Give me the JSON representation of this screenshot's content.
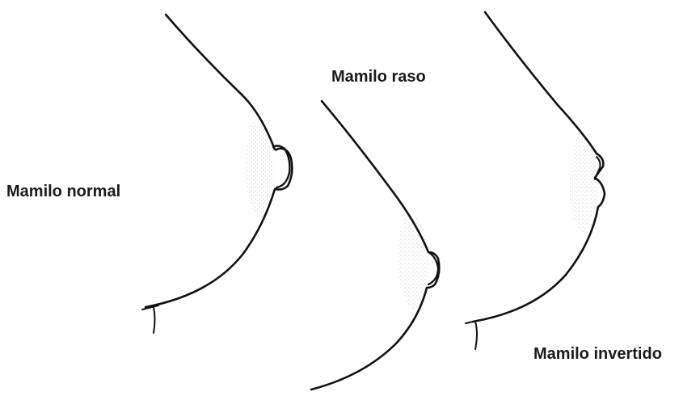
{
  "labels": {
    "normal": "Mamilo normal",
    "raso": "Mamilo raso",
    "invertido": "Mamilo invertido"
  },
  "colors": {
    "line": "#111111",
    "shading": "#9a9a9a",
    "text": "#1a1a1a"
  }
}
